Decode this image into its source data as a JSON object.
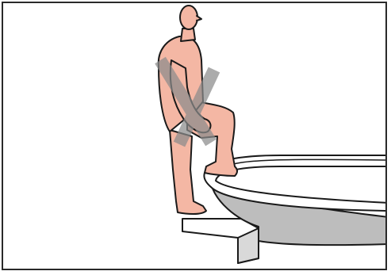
{
  "illustration": {
    "subject": "person-stepping-into-bathtub",
    "icons": [
      "person-figure",
      "prohibition-x-icon",
      "step-stool",
      "bathtub"
    ]
  },
  "colors": {
    "border": "#2a2a2a",
    "skin": "#f4b7a4",
    "outline": "#1a1a1a",
    "prohibition": "#8c8c8c",
    "tub_shadow": "#bdbdbd",
    "tub_white": "#ffffff"
  }
}
